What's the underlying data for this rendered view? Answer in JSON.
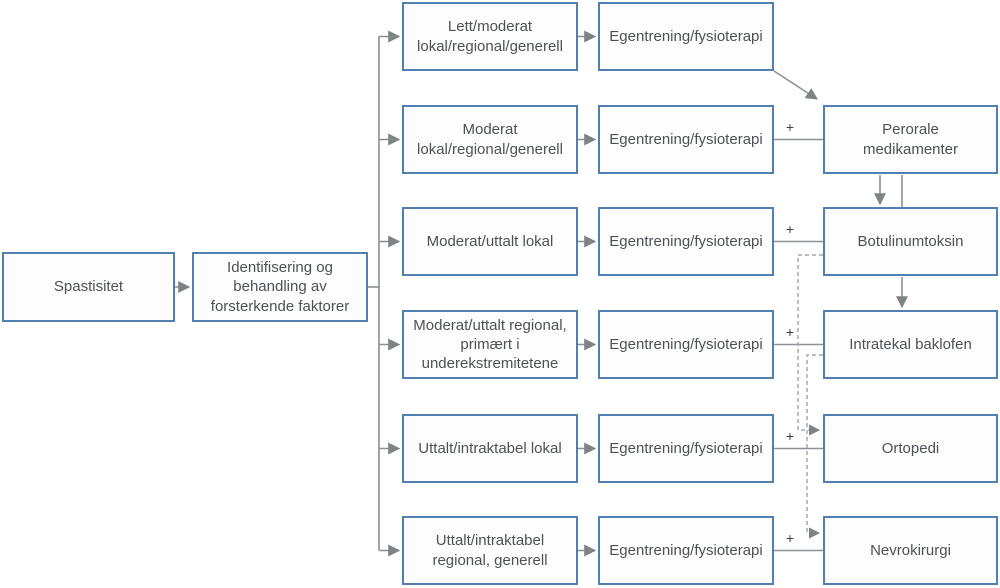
{
  "diagram": {
    "start_label": "Spastisitet",
    "factor_label": "Identifisering og behandling av forsterkende faktorer",
    "plus_symbol": "+",
    "rows": [
      {
        "severity": "Lett/moderat lokal/regional/generell",
        "therapy": "Egentrening/fysioterapi"
      },
      {
        "severity": "Moderat lokal/regional/generell",
        "therapy": "Egentrening/fysioterapi"
      },
      {
        "severity": "Moderat/uttalt lokal",
        "therapy": "Egentrening/fysioterapi"
      },
      {
        "severity": "Moderat/uttalt regional, primært i underekstremitetene",
        "therapy": "Egentrening/fysioterapi"
      },
      {
        "severity": "Uttalt/intraktabel lokal",
        "therapy": "Egentrening/fysioterapi"
      },
      {
        "severity": "Uttalt/intraktabel regional, generell",
        "therapy": "Egentrening/fysioterapi"
      }
    ],
    "treatments": [
      "Perorale medikamenter",
      "Botulinumtoksin",
      "Intratekal baklofen",
      "Ortopedi",
      "Nevrokirurgi"
    ],
    "colors": {
      "box_border": "#4f80b1",
      "text": "#4d5156",
      "solid_line": "#8b9094",
      "dashed_line": "#a9a9a9",
      "arrowhead": "#7e8386"
    }
  }
}
